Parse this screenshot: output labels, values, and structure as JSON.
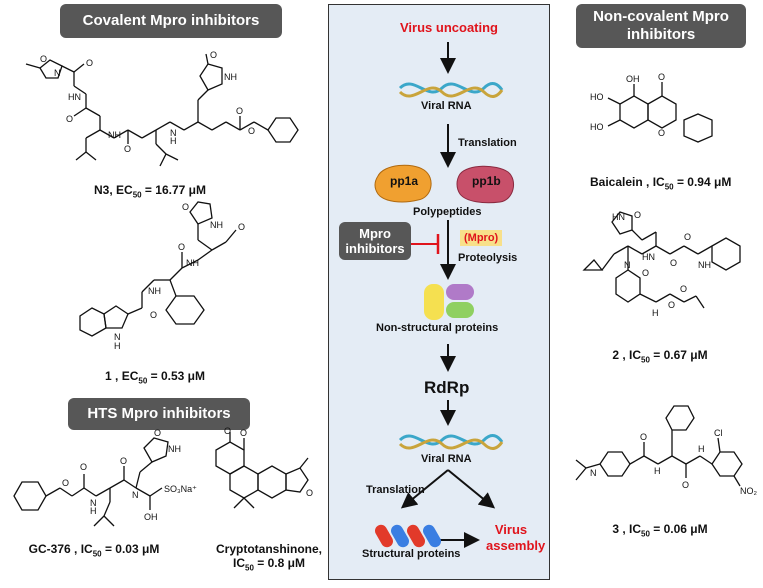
{
  "left": {
    "covalent_title": "Covalent Mpro inhibitors",
    "n3_caption": {
      "name": "N3, EC",
      "sub": "50",
      "rest": " = 16.77 μM"
    },
    "c1_caption": {
      "name": "1 , EC",
      "sub": "50",
      "rest": " = 0.53 μM"
    },
    "hts_title": "HTS Mpro inhibitors",
    "gc376_caption": {
      "name": "GC-376 , IC",
      "sub": "50",
      "rest": " = 0.03 μM"
    },
    "crypto_caption": {
      "line1": "Cryptotanshinone,",
      "name": "IC",
      "sub": "50",
      "rest": " = 0.8 μM"
    }
  },
  "atoms": {
    "O": "O",
    "N": "N",
    "H": "H",
    "NH": "NH",
    "HN": "HN",
    "OH": "OH",
    "HO": "HO",
    "Cl": "Cl",
    "NO2": "NO₂",
    "SO3Na": "SO₃Na⁺"
  },
  "center": {
    "virus_uncoating": "Virus uncoating",
    "viral_rna_1": "Viral RNA",
    "translation_1": "Translation",
    "pp1a": "pp1a",
    "pp1b": "pp1b",
    "polypeptides": "Polypeptides",
    "mpro_inhibitors": "Mpro inhibitors",
    "mpro_label": "(Mpro)",
    "proteolysis": "Proteolysis",
    "nonstructural": "Non-structural proteins",
    "rdrp": "RdRp",
    "viral_rna_2": "Viral RNA",
    "translation_2": "Translation",
    "structural": "Structural proteins",
    "virus_assembly": "Virus assembly"
  },
  "right": {
    "noncovalent_title": "Non-covalent Mpro inhibitors",
    "baicalein_caption": {
      "name": "Baicalein , IC",
      "sub": "50",
      "rest": " = 0.94 μM"
    },
    "c2_caption": {
      "name": "2 , IC",
      "sub": "50",
      "rest": " = 0.67 μM"
    },
    "c3_caption": {
      "name": "3 , IC",
      "sub": "50",
      "rest": " = 0.06 μM"
    }
  },
  "colors": {
    "header_bg": "#575757",
    "panel_bg": "#e4ecf5",
    "accent_red": "#e0141c",
    "pp1a": "#f0a030",
    "pp1b": "#c8506a",
    "mpro_highlight": "#f8e08a"
  }
}
